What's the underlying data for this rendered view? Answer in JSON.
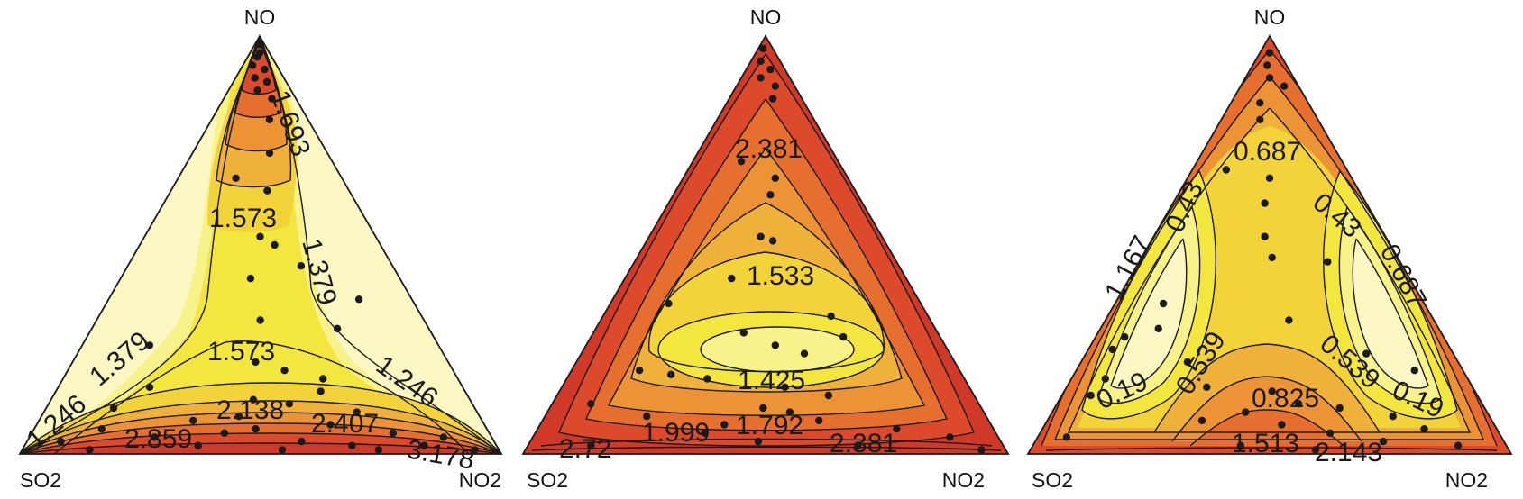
{
  "colors": {
    "pale": "#fdf7c4",
    "light_yellow": "#f8f28a",
    "yellow": "#f3e63f",
    "gold": "#f2d33a",
    "orange_light": "#f0b13a",
    "orange": "#ec9335",
    "orange_dark": "#e66f30",
    "red": "#dc4a2b",
    "deep_red": "#d03828",
    "line": "#1a1a1a",
    "points": "#1a1a1a"
  },
  "chart_data": [
    {
      "type": "ternary-contour",
      "vertices": {
        "top": "NO",
        "left": "SO2",
        "right": "NO2"
      },
      "contour_labels": [
        "1.693",
        "1.573",
        "1.379",
        "1.573",
        "1.379",
        "1.246",
        "1.246",
        "2.138",
        "2.407",
        "2.859",
        "3.178"
      ],
      "points": [
        [
          0.98,
          0.01,
          0.01
        ],
        [
          0.96,
          0.02,
          0.02
        ],
        [
          0.95,
          0.03,
          0.02
        ],
        [
          0.93,
          0.05,
          0.02
        ],
        [
          0.92,
          0.03,
          0.05
        ],
        [
          0.9,
          0.06,
          0.04
        ],
        [
          0.89,
          0.04,
          0.07
        ],
        [
          0.87,
          0.07,
          0.06
        ],
        [
          0.85,
          0.05,
          0.1
        ],
        [
          0.8,
          0.08,
          0.12
        ],
        [
          0.72,
          0.12,
          0.16
        ],
        [
          0.66,
          0.22,
          0.12
        ],
        [
          0.63,
          0.17,
          0.2
        ],
        [
          0.52,
          0.24,
          0.24
        ],
        [
          0.5,
          0.22,
          0.28
        ],
        [
          0.45,
          0.19,
          0.36
        ],
        [
          0.42,
          0.31,
          0.27
        ],
        [
          0.37,
          0.11,
          0.52
        ],
        [
          0.32,
          0.34,
          0.34
        ],
        [
          0.3,
          0.19,
          0.51
        ],
        [
          0.26,
          0.6,
          0.14
        ],
        [
          0.22,
          0.4,
          0.38
        ],
        [
          0.2,
          0.35,
          0.45
        ],
        [
          0.18,
          0.28,
          0.54
        ],
        [
          0.16,
          0.65,
          0.19
        ],
        [
          0.15,
          0.3,
          0.55
        ],
        [
          0.13,
          0.45,
          0.42
        ],
        [
          0.12,
          0.38,
          0.5
        ],
        [
          0.11,
          0.75,
          0.14
        ],
        [
          0.1,
          0.25,
          0.65
        ],
        [
          0.09,
          0.5,
          0.41
        ],
        [
          0.08,
          0.6,
          0.32
        ],
        [
          0.07,
          0.32,
          0.61
        ],
        [
          0.06,
          0.8,
          0.14
        ],
        [
          0.06,
          0.48,
          0.46
        ],
        [
          0.05,
          0.2,
          0.75
        ],
        [
          0.05,
          0.55,
          0.4
        ],
        [
          0.04,
          0.7,
          0.26
        ],
        [
          0.04,
          0.1,
          0.86
        ],
        [
          0.03,
          0.4,
          0.57
        ],
        [
          0.03,
          0.9,
          0.07
        ],
        [
          0.02,
          0.15,
          0.83
        ],
        [
          0.02,
          0.62,
          0.36
        ],
        [
          0.02,
          0.3,
          0.68
        ],
        [
          0.01,
          0.05,
          0.94
        ],
        [
          0.01,
          0.85,
          0.14
        ],
        [
          0.01,
          0.45,
          0.54
        ],
        [
          0.01,
          0.25,
          0.74
        ]
      ]
    },
    {
      "type": "ternary-contour",
      "vertices": {
        "top": "NO",
        "left": "SO2",
        "right": "NO2"
      },
      "contour_labels": [
        "2.381",
        "1.533",
        "1.425",
        "1.999",
        "1.792",
        "2.72",
        "2.381"
      ],
      "points": [
        [
          0.97,
          0.02,
          0.01
        ],
        [
          0.94,
          0.04,
          0.02
        ],
        [
          0.92,
          0.03,
          0.05
        ],
        [
          0.9,
          0.06,
          0.04
        ],
        [
          0.88,
          0.04,
          0.08
        ],
        [
          0.85,
          0.06,
          0.09
        ],
        [
          0.7,
          0.2,
          0.1
        ],
        [
          0.66,
          0.15,
          0.19
        ],
        [
          0.62,
          0.18,
          0.2
        ],
        [
          0.52,
          0.25,
          0.23
        ],
        [
          0.51,
          0.23,
          0.26
        ],
        [
          0.42,
          0.36,
          0.22
        ],
        [
          0.36,
          0.52,
          0.12
        ],
        [
          0.33,
          0.2,
          0.47
        ],
        [
          0.29,
          0.4,
          0.31
        ],
        [
          0.28,
          0.2,
          0.52
        ],
        [
          0.26,
          0.35,
          0.39
        ],
        [
          0.24,
          0.3,
          0.46
        ],
        [
          0.2,
          0.66,
          0.14
        ],
        [
          0.19,
          0.6,
          0.21
        ],
        [
          0.18,
          0.53,
          0.29
        ],
        [
          0.16,
          0.38,
          0.46
        ],
        [
          0.14,
          0.3,
          0.56
        ],
        [
          0.12,
          0.8,
          0.08
        ],
        [
          0.11,
          0.45,
          0.44
        ],
        [
          0.1,
          0.4,
          0.5
        ],
        [
          0.09,
          0.7,
          0.21
        ],
        [
          0.08,
          0.35,
          0.57
        ],
        [
          0.07,
          0.55,
          0.38
        ],
        [
          0.06,
          0.2,
          0.74
        ],
        [
          0.05,
          0.6,
          0.35
        ],
        [
          0.04,
          0.1,
          0.86
        ],
        [
          0.03,
          0.5,
          0.47
        ],
        [
          0.02,
          0.3,
          0.68
        ],
        [
          0.02,
          0.85,
          0.13
        ],
        [
          0.01,
          0.05,
          0.94
        ]
      ]
    },
    {
      "type": "ternary-contour",
      "vertices": {
        "top": "NO",
        "left": "SO2",
        "right": "NO2"
      },
      "contour_labels": [
        "0.687",
        "0.43",
        "0.43",
        "1.167",
        "0.687",
        "0.539",
        "0.539",
        "0.19",
        "0.825",
        "0.19",
        "1.513",
        "2.143"
      ],
      "points": [
        [
          0.96,
          0.02,
          0.02
        ],
        [
          0.93,
          0.04,
          0.03
        ],
        [
          0.9,
          0.05,
          0.05
        ],
        [
          0.88,
          0.03,
          0.09
        ],
        [
          0.84,
          0.1,
          0.06
        ],
        [
          0.8,
          0.12,
          0.08
        ],
        [
          0.68,
          0.25,
          0.07
        ],
        [
          0.66,
          0.17,
          0.17
        ],
        [
          0.6,
          0.21,
          0.19
        ],
        [
          0.52,
          0.25,
          0.23
        ],
        [
          0.47,
          0.26,
          0.27
        ],
        [
          0.46,
          0.15,
          0.39
        ],
        [
          0.36,
          0.54,
          0.1
        ],
        [
          0.32,
          0.3,
          0.38
        ],
        [
          0.3,
          0.58,
          0.12
        ],
        [
          0.28,
          0.66,
          0.06
        ],
        [
          0.25,
          0.7,
          0.05
        ],
        [
          0.24,
          0.18,
          0.58
        ],
        [
          0.22,
          0.56,
          0.22
        ],
        [
          0.2,
          0.1,
          0.7
        ],
        [
          0.18,
          0.75,
          0.07
        ],
        [
          0.16,
          0.55,
          0.29
        ],
        [
          0.15,
          0.42,
          0.43
        ],
        [
          0.14,
          0.8,
          0.06
        ],
        [
          0.12,
          0.38,
          0.5
        ],
        [
          0.11,
          0.3,
          0.59
        ],
        [
          0.1,
          0.5,
          0.4
        ],
        [
          0.09,
          0.2,
          0.71
        ],
        [
          0.08,
          0.6,
          0.32
        ],
        [
          0.07,
          0.44,
          0.49
        ],
        [
          0.06,
          0.15,
          0.79
        ],
        [
          0.05,
          0.35,
          0.6
        ],
        [
          0.04,
          0.9,
          0.06
        ],
        [
          0.03,
          0.25,
          0.72
        ],
        [
          0.02,
          0.55,
          0.43
        ],
        [
          0.02,
          0.1,
          0.88
        ],
        [
          0.01,
          0.4,
          0.59
        ]
      ]
    }
  ]
}
